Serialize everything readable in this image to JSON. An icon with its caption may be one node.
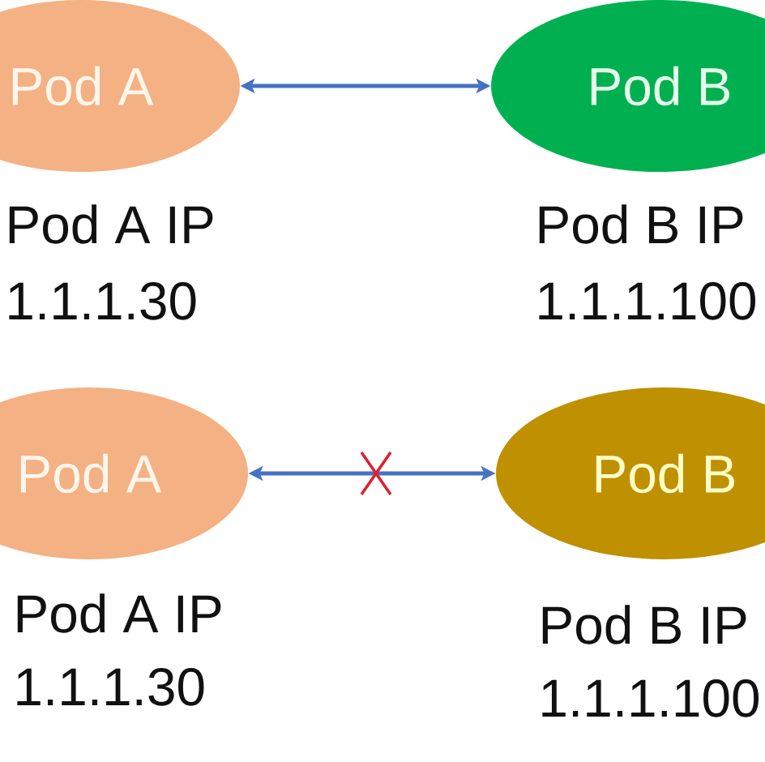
{
  "diagram": {
    "nodes": [
      {
        "text": [
          "Pod A"
        ],
        "beside": [
          "Pod A IP",
          "1.1.1.30"
        ]
      },
      {
        "text": [
          "Pod B"
        ],
        "beside": [
          "Pod B IP",
          "1.1.1.100"
        ]
      },
      {
        "text": [
          "Pod A"
        ],
        "beside": [
          "Pod A IP",
          "1.1.1.30"
        ]
      },
      {
        "text": [
          "Pod B"
        ],
        "beside": [
          "Pod B IP",
          "1.1.1.100"
        ]
      }
    ],
    "edges": [
      {
        "from": 0,
        "to": 1,
        "arrow": "both"
      },
      {
        "from": 2,
        "to": 3,
        "arrow": "both"
      }
    ]
  }
}
